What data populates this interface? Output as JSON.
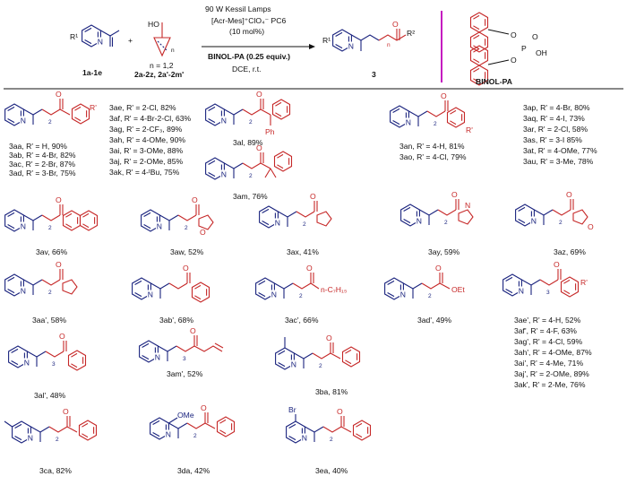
{
  "scheme": {
    "conditions": {
      "lamp": "90 W Kessil Lamps",
      "catalyst": "[Acr-Mes]⁺ClO₄⁻ PC6",
      "loading": "(10 mol%)",
      "additive": "BINOL-PA (0.25 equiv.)",
      "solvent": "DCE, r.t."
    },
    "reactant1_label": "1a-1e",
    "reactant1_sub": "R¹",
    "reactant2_label": "2a-2z, 2a'-2m'",
    "reactant2_n": "n = 1,2",
    "reactant2_OH": "HO",
    "product_label": "3",
    "product_r1": "R¹",
    "product_r2": "R²",
    "catalyst_name": "BINOL-PA",
    "binol_oh": "OH",
    "binol_o": "O",
    "binol_p": "P"
  },
  "atoms": {
    "N": "N",
    "O": "O",
    "OMe": "OMe",
    "Br": "Br",
    "Ph": "Ph",
    "OEt": "OEt",
    "nC7H15": "n-C₇H₁₅",
    "sub2": "2",
    "sub3": "3",
    "Rp": "R'",
    "n": "n",
    "plus": "+"
  },
  "entries": [
    {
      "id": "3aa",
      "text": "3aa, R' = H, 90%"
    },
    {
      "id": "3ab",
      "text": "3ab, R' = 4-Br, 82%"
    },
    {
      "id": "3ac",
      "text": "3ac, R' = 2-Br, 87%"
    },
    {
      "id": "3ad",
      "text": "3ad, R' = 3-Br, 75%"
    },
    {
      "id": "3ae",
      "text": "3ae, R' = 2-Cl, 82%"
    },
    {
      "id": "3af",
      "text": "3af, R' = 4-Br-2-Cl, 63%"
    },
    {
      "id": "3ag",
      "text": "3ag, R' = 2-CF₃, 89%"
    },
    {
      "id": "3ah",
      "text": "3ah, R' = 4-OMe, 90%"
    },
    {
      "id": "3ai",
      "text": "3ai, R' = 3-OMe, 88%"
    },
    {
      "id": "3aj",
      "text": "3aj, R' = 2-OMe, 85%"
    },
    {
      "id": "3ak",
      "text": "3ak, R' = 4-ᵗBu, 75%"
    },
    {
      "id": "3al",
      "text": "3al, 89%"
    },
    {
      "id": "3am",
      "text": "3am, 76%"
    },
    {
      "id": "3an",
      "text": "3an, R' = 4-H, 81%"
    },
    {
      "id": "3ao",
      "text": "3ao, R' = 4-Cl, 79%"
    },
    {
      "id": "3ap",
      "text": "3ap, R' = 4-Br, 80%"
    },
    {
      "id": "3aq",
      "text": "3aq, R' = 4-I, 73%"
    },
    {
      "id": "3ar",
      "text": "3ar, R' = 2-Cl, 58%"
    },
    {
      "id": "3as",
      "text": "3as, R' = 3-I 85%"
    },
    {
      "id": "3at",
      "text": "3at, R' = 4-OMe, 77%"
    },
    {
      "id": "3au",
      "text": "3au, R' = 3-Me, 78%"
    },
    {
      "id": "3av",
      "text": "3av, 66%"
    },
    {
      "id": "3aw",
      "text": "3aw, 52%"
    },
    {
      "id": "3ax",
      "text": "3ax, 41%"
    },
    {
      "id": "3ay",
      "text": "3ay, 59%"
    },
    {
      "id": "3az",
      "text": "3az, 69%"
    },
    {
      "id": "3aa'",
      "text": "3aa', 58%"
    },
    {
      "id": "3ab'",
      "text": "3ab', 68%"
    },
    {
      "id": "3ac'",
      "text": "3ac', 66%"
    },
    {
      "id": "3ad'",
      "text": "3ad', 49%"
    },
    {
      "id": "3ae'",
      "text": "3ae', R' = 4-H, 52%"
    },
    {
      "id": "3af'",
      "text": "3af', R' = 4-F, 63%"
    },
    {
      "id": "3ag'",
      "text": "3ag', R' = 4-Cl, 59%"
    },
    {
      "id": "3ah'",
      "text": "3ah', R' = 4-OMe, 87%"
    },
    {
      "id": "3ai'",
      "text": "3ai', R' = 4-Me, 71%"
    },
    {
      "id": "3aj'",
      "text": "3aj', R' = 2-OMe, 89%"
    },
    {
      "id": "3ak'",
      "text": "3ak', R' = 2-Me, 76%"
    },
    {
      "id": "3al'",
      "text": "3al', 48%"
    },
    {
      "id": "3am'",
      "text": "3am', 52%"
    },
    {
      "id": "3ba",
      "text": "3ba, 81%"
    },
    {
      "id": "3ca",
      "text": "3ca, 82%"
    },
    {
      "id": "3da",
      "text": "3da, 42%"
    },
    {
      "id": "3ea",
      "text": "3ea, 40%"
    }
  ]
}
